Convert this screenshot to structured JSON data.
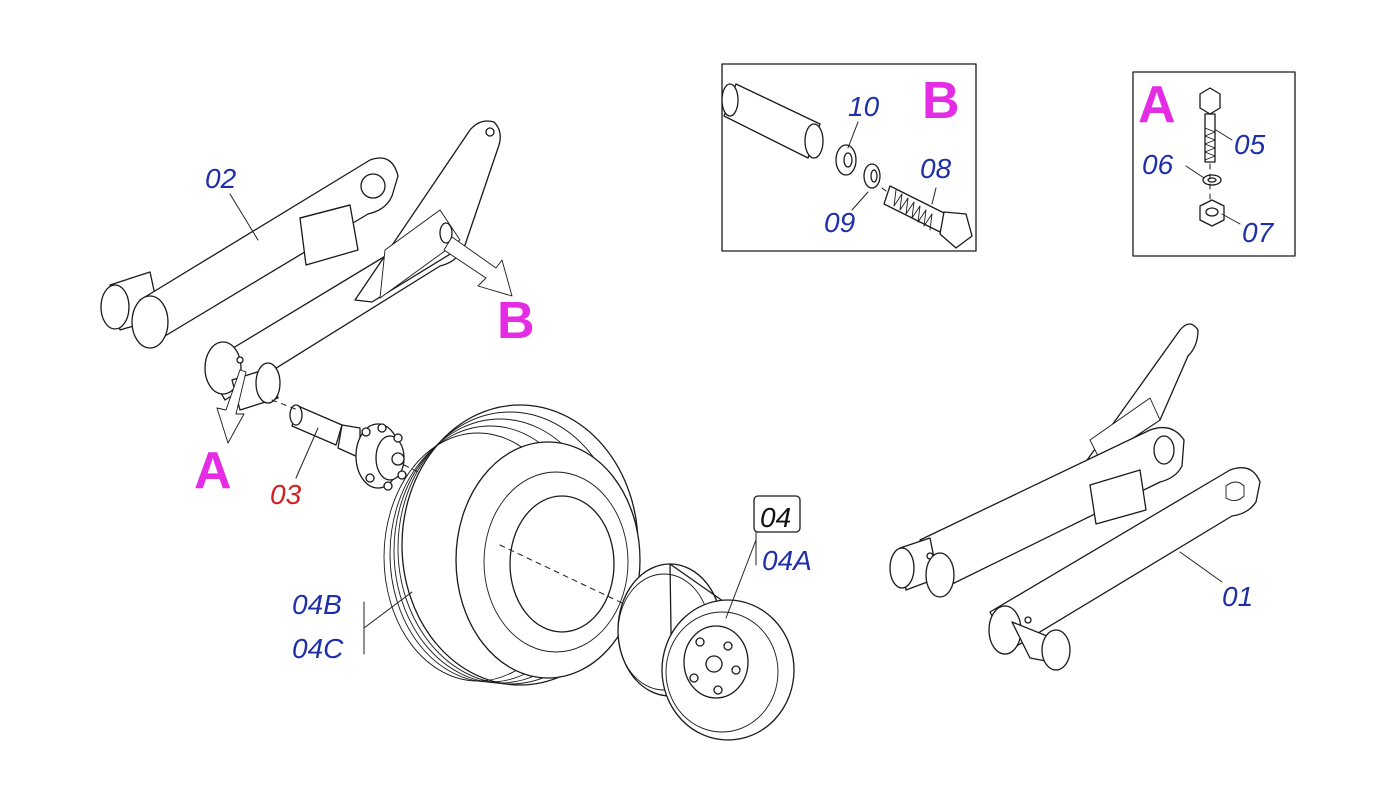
{
  "detail_letters": {
    "a_main": "A",
    "b_main": "B",
    "b_inset": "B",
    "a_inset": "A"
  },
  "part_numbers": {
    "p01": "01",
    "p02": "02",
    "p03": "03",
    "p04": "04",
    "p04a": "04A",
    "p04b": "04B",
    "p04c": "04C",
    "p05": "05",
    "p06": "06",
    "p07": "07",
    "p08": "08",
    "p09": "09",
    "p10": "10"
  },
  "colors": {
    "part_label": "#1f2fa8",
    "highlighted_part_label": "#d31f1f",
    "detail_letter": "#e52ce5",
    "selection_highlight": "#fff200"
  }
}
